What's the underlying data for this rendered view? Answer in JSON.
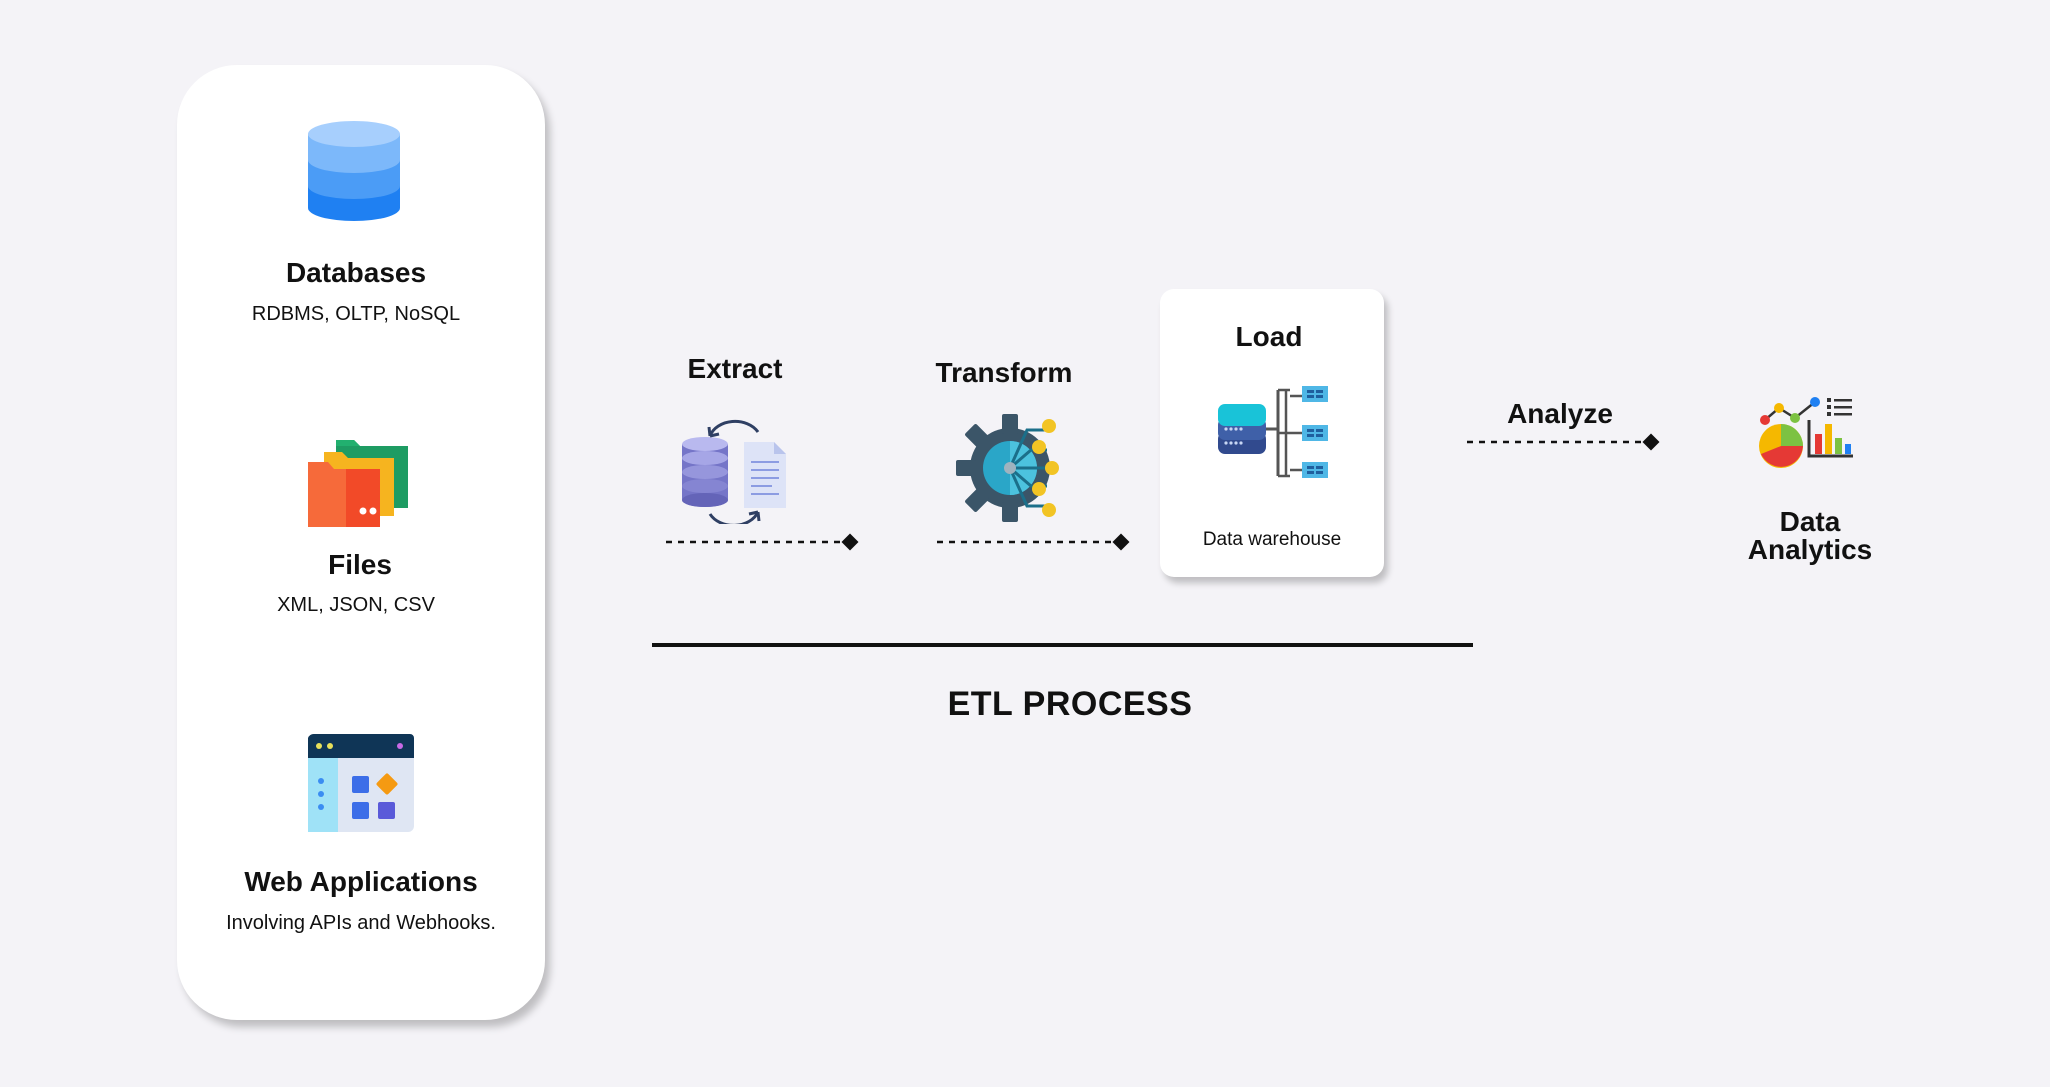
{
  "sources": [
    {
      "title": "Databases",
      "subtitle": "RDBMS, OLTP, NoSQL",
      "icon": "database-icon"
    },
    {
      "title": "Files",
      "subtitle": "XML, JSON, CSV",
      "icon": "folders-icon"
    },
    {
      "title": "Web Applications",
      "subtitle": "Involving APIs and Webhooks.",
      "icon": "web-app-icon"
    }
  ],
  "stages": {
    "extract": {
      "title": "Extract",
      "icon": "extract-icon"
    },
    "transform": {
      "title": "Transform",
      "icon": "transform-gear-icon"
    },
    "load": {
      "title": "Load",
      "subtitle": "Data warehouse",
      "icon": "data-warehouse-icon"
    },
    "analyze": {
      "title": "Analyze"
    }
  },
  "destination": {
    "title_line1": "Data",
    "title_line2": "Analytics",
    "icon": "analytics-icon"
  },
  "process_label": "ETL PROCESS",
  "colors": {
    "background": "#f4f3f7",
    "db_blue": "#2e8bf0",
    "gear": "#3b5568",
    "node_yellow": "#f2c424",
    "warehouse_cyan": "#19c3d8"
  }
}
